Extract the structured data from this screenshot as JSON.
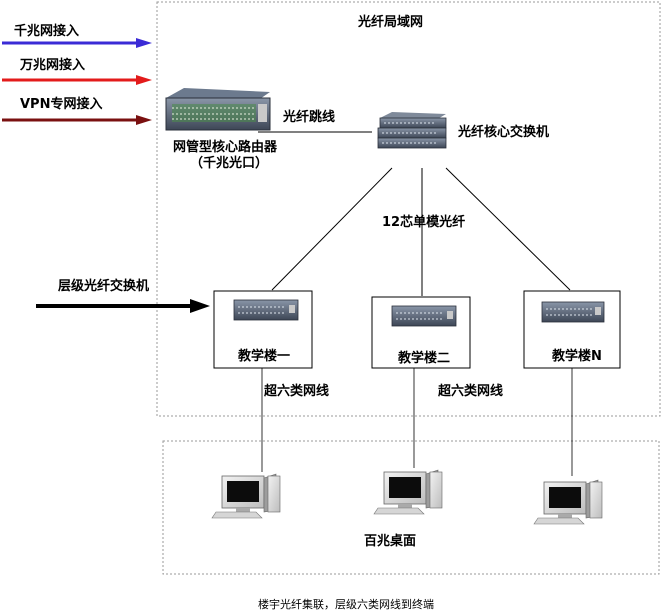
{
  "lan_title": "光纤局域网",
  "links": [
    {
      "label": "千兆网接入",
      "color": "#3b2bd6"
    },
    {
      "label": "万兆网接入",
      "color": "#e31b1b"
    },
    {
      "label": "VPN专网接入",
      "color": "#7a1010"
    }
  ],
  "router": {
    "line1": "网管型核心路由器",
    "line2": "（千兆光口）"
  },
  "fiber_jumper": "光纤跳线",
  "core_switch": "光纤核心交换机",
  "fiber_type": "12芯单模光纤",
  "layer_switch": "层级光纤交换机",
  "buildings": [
    {
      "label": "教学楼一"
    },
    {
      "label": "教学楼二"
    },
    {
      "label": "教学楼N"
    }
  ],
  "cable_left": "超六类网线",
  "cable_right": "超六类网线",
  "desktop_label": "百兆桌面",
  "caption": "楼宇光纤集联，层级六类网线到终端"
}
